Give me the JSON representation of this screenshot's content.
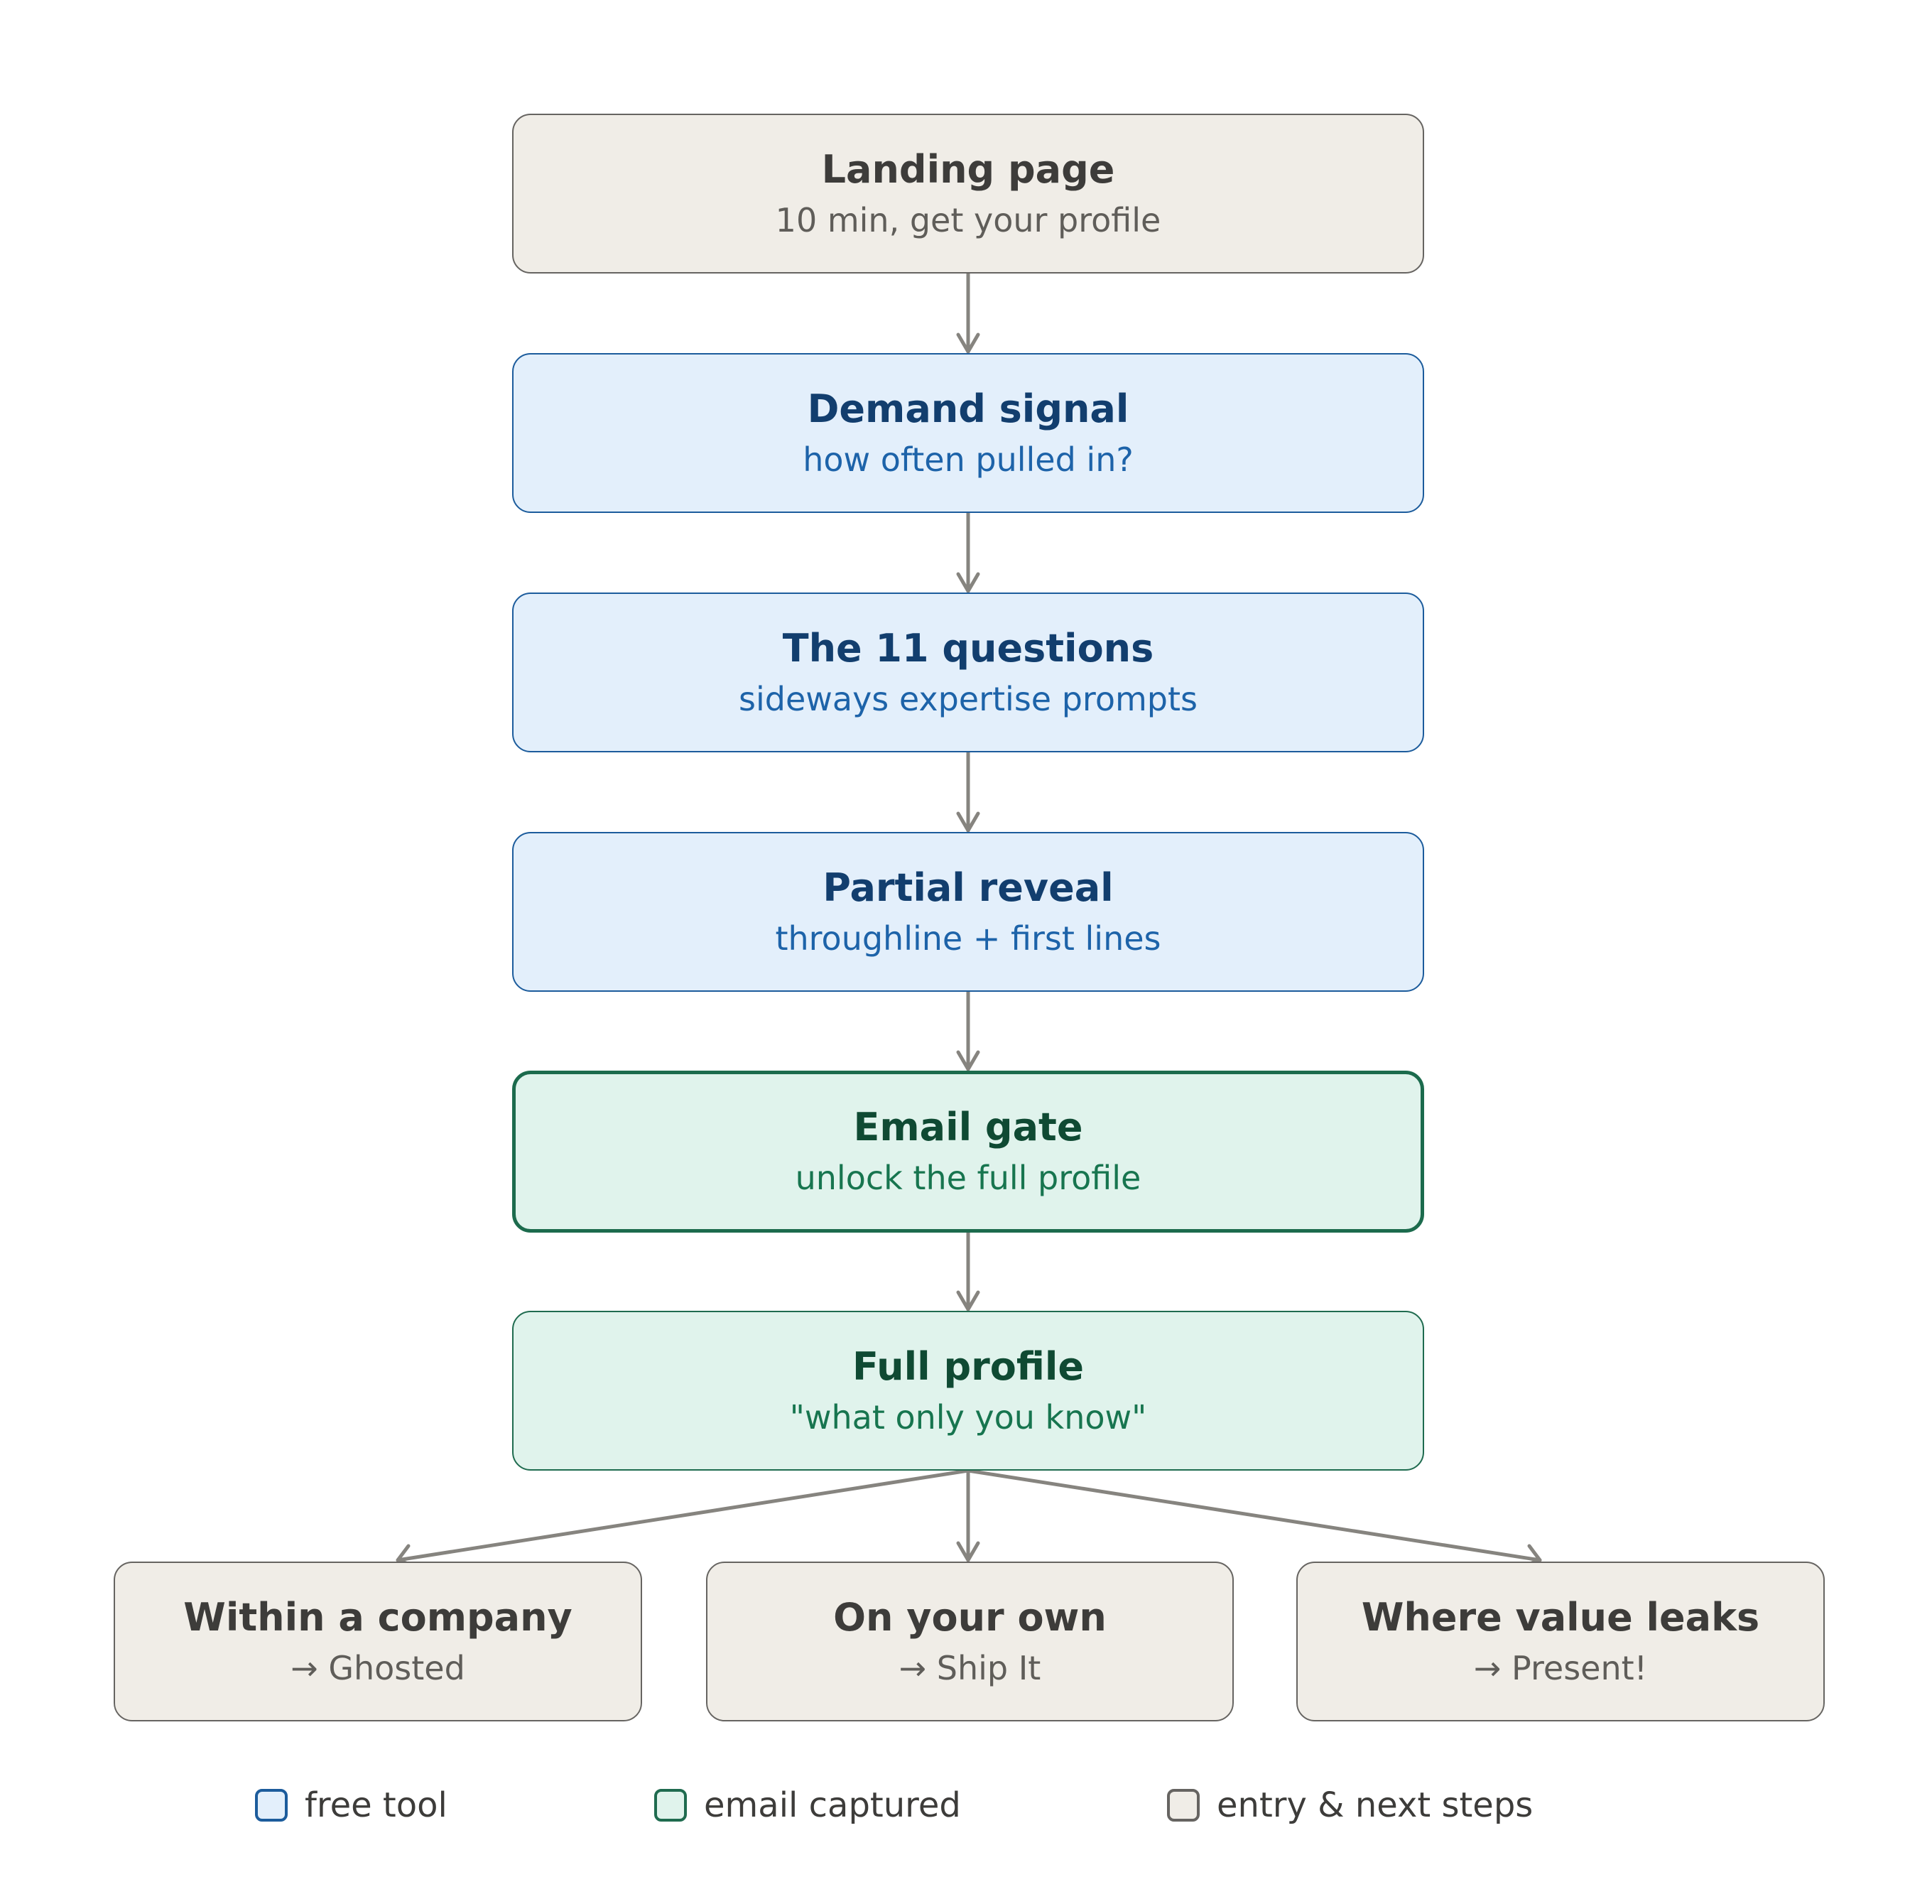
{
  "nodes": [
    {
      "title": "Landing page",
      "subtitle": "10 min, get your profile"
    },
    {
      "title": "Demand signal",
      "subtitle": "how often pulled in?"
    },
    {
      "title": "The 11 questions",
      "subtitle": "sideways expertise prompts"
    },
    {
      "title": "Partial reveal",
      "subtitle": "throughline + first lines"
    },
    {
      "title": "Email gate",
      "subtitle": "unlock the full profile"
    },
    {
      "title": "Full profile",
      "subtitle": "\"what only you know\""
    }
  ],
  "branches": [
    {
      "title": "Within a company",
      "subtitle": "→ Ghosted"
    },
    {
      "title": "On your own",
      "subtitle": "→ Ship It"
    },
    {
      "title": "Where value leaks",
      "subtitle": "→ Present!"
    }
  ],
  "legend": [
    {
      "label": "free tool",
      "color": "#e3effb"
    },
    {
      "label": "email captured",
      "color": "#e0f3ec"
    },
    {
      "label": "entry & next steps",
      "color": "#f0ede7"
    }
  ],
  "colors": {
    "connector": "#86847f",
    "free_tool_border": "#1c5c9c",
    "email_border": "#1f6b4f",
    "neutral_border": "#666461"
  }
}
